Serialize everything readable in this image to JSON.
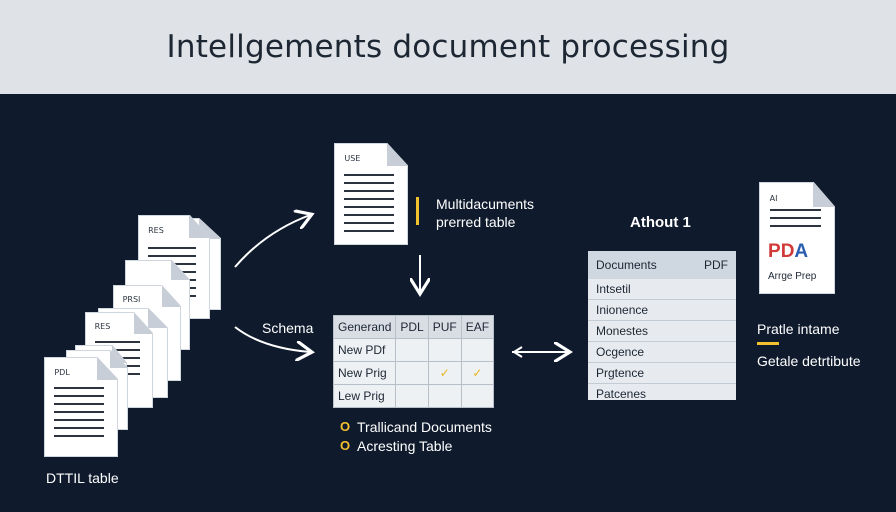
{
  "title": "Intellgements document processing",
  "left_stack": {
    "doc_label_back": "PRSI",
    "doc_label_mid": "RES",
    "doc_label_front": "PDL",
    "caption": "DTTIL table"
  },
  "top_doc": {
    "doc_label": "USE",
    "caption_line1": "Multidacuments",
    "caption_line2": "prerred table"
  },
  "schema_label": "Schema",
  "schema_table": {
    "headers": [
      "Generand",
      "PDL",
      "PUF",
      "EAF"
    ],
    "rows": [
      {
        "name": "New PDf",
        "cells": [
          "",
          "",
          ""
        ]
      },
      {
        "name": "New Prig",
        "cells": [
          "",
          "✓",
          "✓"
        ]
      },
      {
        "name": "Lew Prig",
        "cells": [
          "",
          "",
          ""
        ]
      }
    ]
  },
  "legend": {
    "item1": "Trallicand Documents",
    "item2": "Acresting Table",
    "marker1": "O",
    "marker2": "O"
  },
  "mid_list": {
    "title": "Athout 1",
    "header_left": "Documents",
    "header_right": "PDF",
    "items": [
      "Intsetil",
      "Inionence",
      "Monestes",
      "Ocgence",
      "Prgtence",
      "Patcenes"
    ]
  },
  "right_doc": {
    "doc_label": "AI",
    "brand": "PDA",
    "subtext": "Arrge Prep",
    "caption_line1": "Pratle intame",
    "caption_line2": "Getale detrtibute"
  },
  "colors": {
    "background": "#0f1b2d",
    "header": "#dfe3e8",
    "accent": "#f2c12e",
    "brand_red": "#d23a3a",
    "brand_blue": "#2a5fb0"
  }
}
